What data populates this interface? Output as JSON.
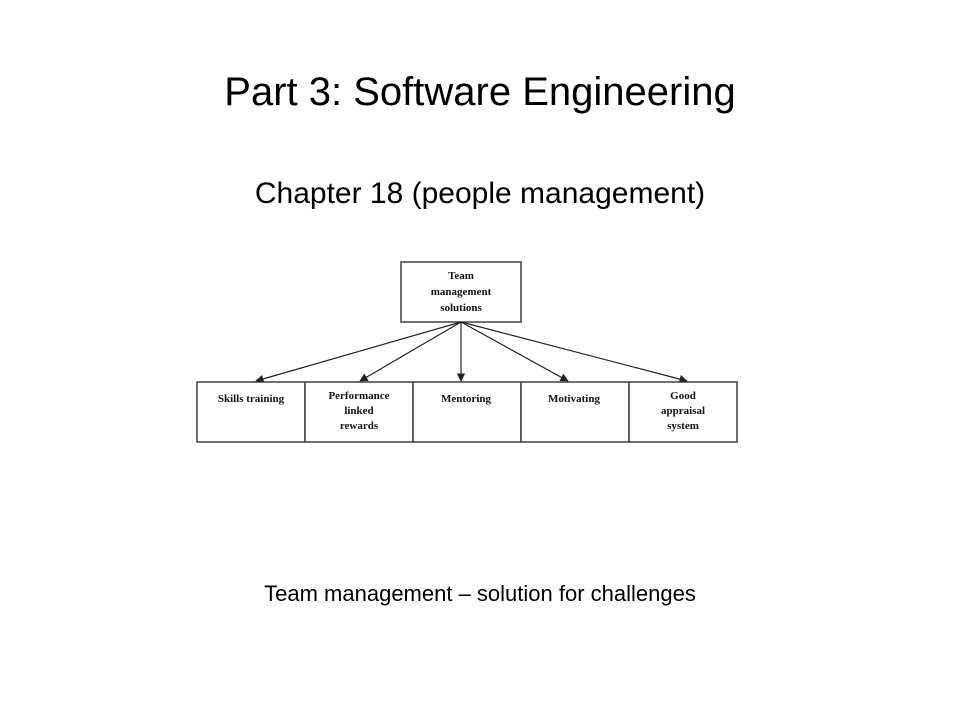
{
  "slide": {
    "title": "Part 3: Software Engineering",
    "subtitle": "Chapter 18 (people management)",
    "caption": "Team management – solution for challenges"
  },
  "diagram": {
    "root": {
      "lines": [
        "Team",
        "management",
        "solutions"
      ]
    },
    "children": [
      {
        "id": "skills-training",
        "lines": [
          "Skills training"
        ]
      },
      {
        "id": "performance-linked-rewards",
        "lines": [
          "Performance",
          "linked",
          "rewards"
        ]
      },
      {
        "id": "mentoring",
        "lines": [
          "Mentoring"
        ]
      },
      {
        "id": "motivating",
        "lines": [
          "Motivating"
        ]
      },
      {
        "id": "good-appraisal-system",
        "lines": [
          "Good",
          "appraisal",
          "system"
        ]
      }
    ]
  }
}
